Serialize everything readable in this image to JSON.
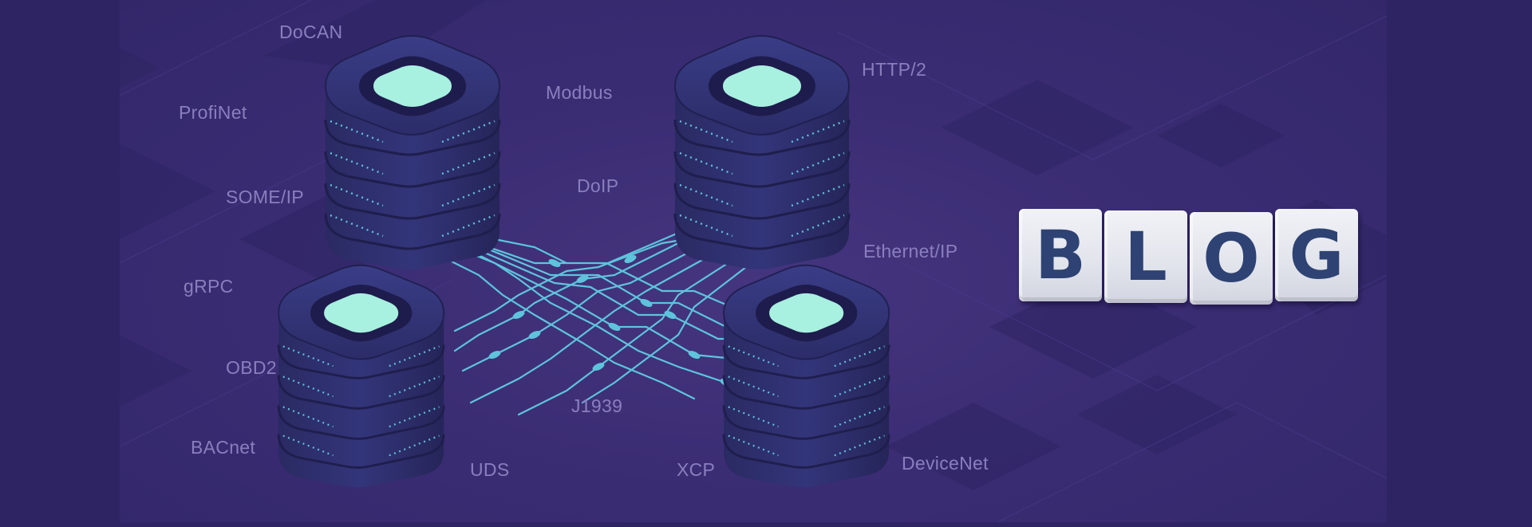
{
  "protocols": {
    "docan": "DoCAN",
    "profinet": "ProfiNet",
    "someip": "SOME/IP",
    "grpc": "gRPC",
    "obd2": "OBD2",
    "bacnet": "BACnet",
    "modbus": "Modbus",
    "doip": "DoIP",
    "http2": "HTTP/2",
    "ethernetip": "Ethernet/IP",
    "j1939": "J1939",
    "uds": "UDS",
    "xcp": "XCP",
    "devicenet": "DeviceNet"
  },
  "blog_letters": [
    "B",
    "L",
    "O",
    "G"
  ],
  "colors": {
    "outer_background": "#2f2463",
    "panel_background": "#3b2d74",
    "server_body": "#2c2c66",
    "server_top_screen": "#a8f0e0",
    "circuit": "#5ec4dc",
    "label_text": "#8a7fbd",
    "blog_block": "#eceef3",
    "blog_letter": "#2e4373"
  },
  "icons": {
    "servers": [
      "server-stack-icon",
      "server-stack-icon",
      "server-stack-icon",
      "server-stack-icon"
    ],
    "circuit": "circuit-traces-icon"
  }
}
